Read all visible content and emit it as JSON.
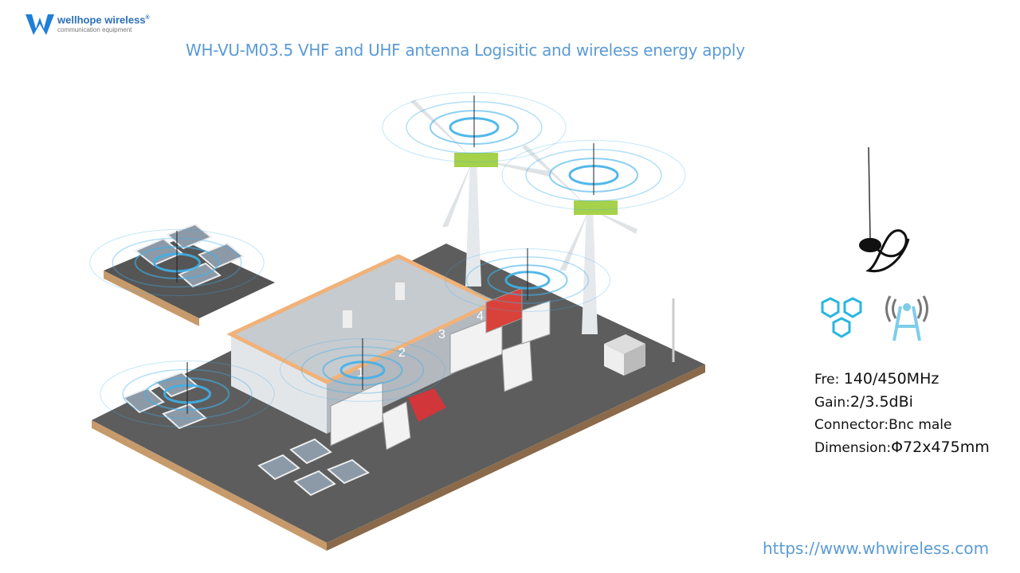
{
  "logo": {
    "name": "wellhope wireless",
    "registered": "®",
    "tagline": "communication equipment"
  },
  "title": "WH-VU-M03.5 VHF and UHF antenna Logisitic and wireless energy apply",
  "building_numbers": [
    "1",
    "2",
    "3",
    "4"
  ],
  "icons": [
    "hexagon-network-icon",
    "radio-tower-icon"
  ],
  "specs": [
    {
      "label": "Fre: ",
      "value": "140/450MHz"
    },
    {
      "label": "Gain:",
      "value": "2/3.5dBi"
    },
    {
      "label": "Connector:",
      "value": "Bnc male"
    },
    {
      "label": "Dimension:",
      "value": "Φ72x475mm"
    }
  ],
  "url": "https://www.whwireless.com",
  "colors": {
    "accent": "#5b9bd5",
    "signal": "#3fb0e8",
    "ground": "#5a5a5a"
  }
}
